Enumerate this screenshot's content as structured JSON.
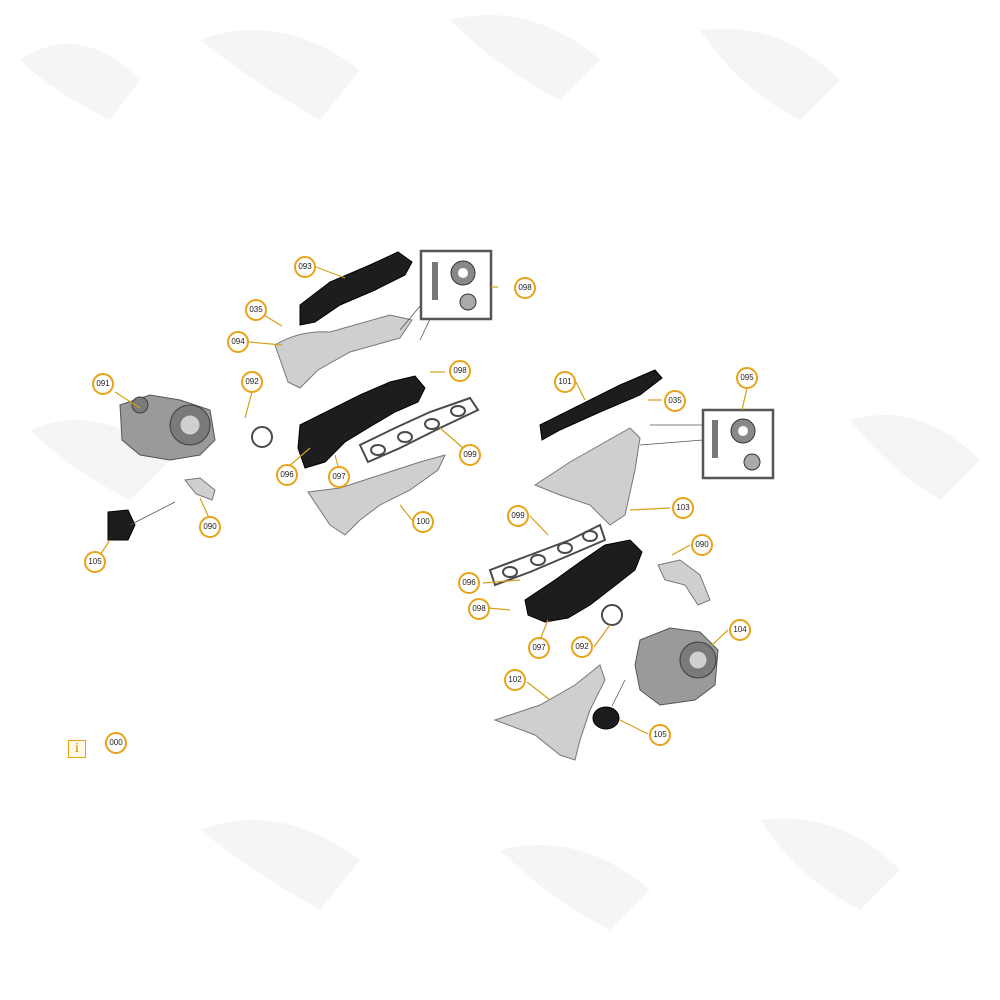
{
  "colors": {
    "callout_ring": "#e8a317",
    "part_dark": "#1d1d1f",
    "part_grey": "#9a9a9a"
  },
  "info": {
    "icon": "info-icon",
    "label": "i",
    "callout": "000"
  },
  "callouts": {
    "c093": "093",
    "c098_top": "098",
    "c035_left": "035",
    "c094": "094",
    "c091": "091",
    "c092_left": "092",
    "c098_left": "098",
    "c096_left": "096",
    "c097_left": "097",
    "c099_left": "099",
    "c100": "100",
    "c090_left": "090",
    "c105_left": "105",
    "c101": "101",
    "c035_right": "035",
    "c095": "095",
    "c103": "103",
    "c099_right": "099",
    "c090_right": "090",
    "c096_right": "096",
    "c098_right": "098",
    "c097_right": "097",
    "c092_right": "092",
    "c104": "104",
    "c102": "102",
    "c105_right": "105",
    "c000": "000"
  }
}
